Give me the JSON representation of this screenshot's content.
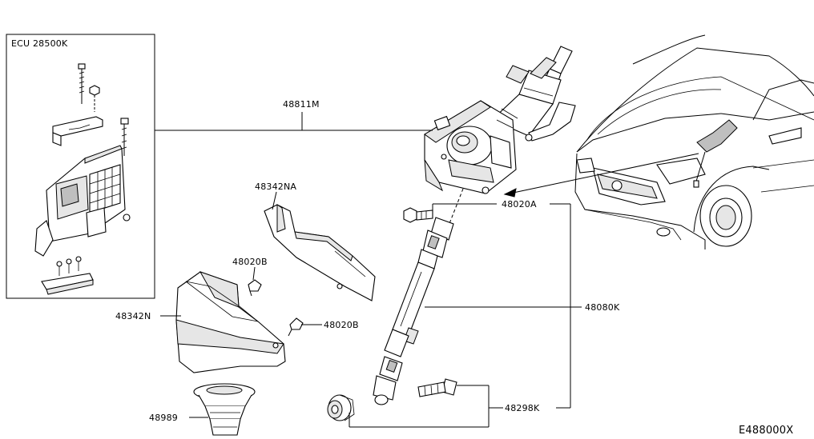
{
  "diagram": {
    "ecu_box_label": "ECU 28500K",
    "labels": {
      "p48811M": "48811M",
      "p48342NA": "48342NA",
      "p48020A": "48020A",
      "p48020B_upper": "48020B",
      "p48020B_lower": "48020B",
      "p48342N": "48342N",
      "p48080K": "48080K",
      "p48298K": "48298K",
      "p48989": "48989"
    },
    "diagram_code": "E488000X"
  }
}
